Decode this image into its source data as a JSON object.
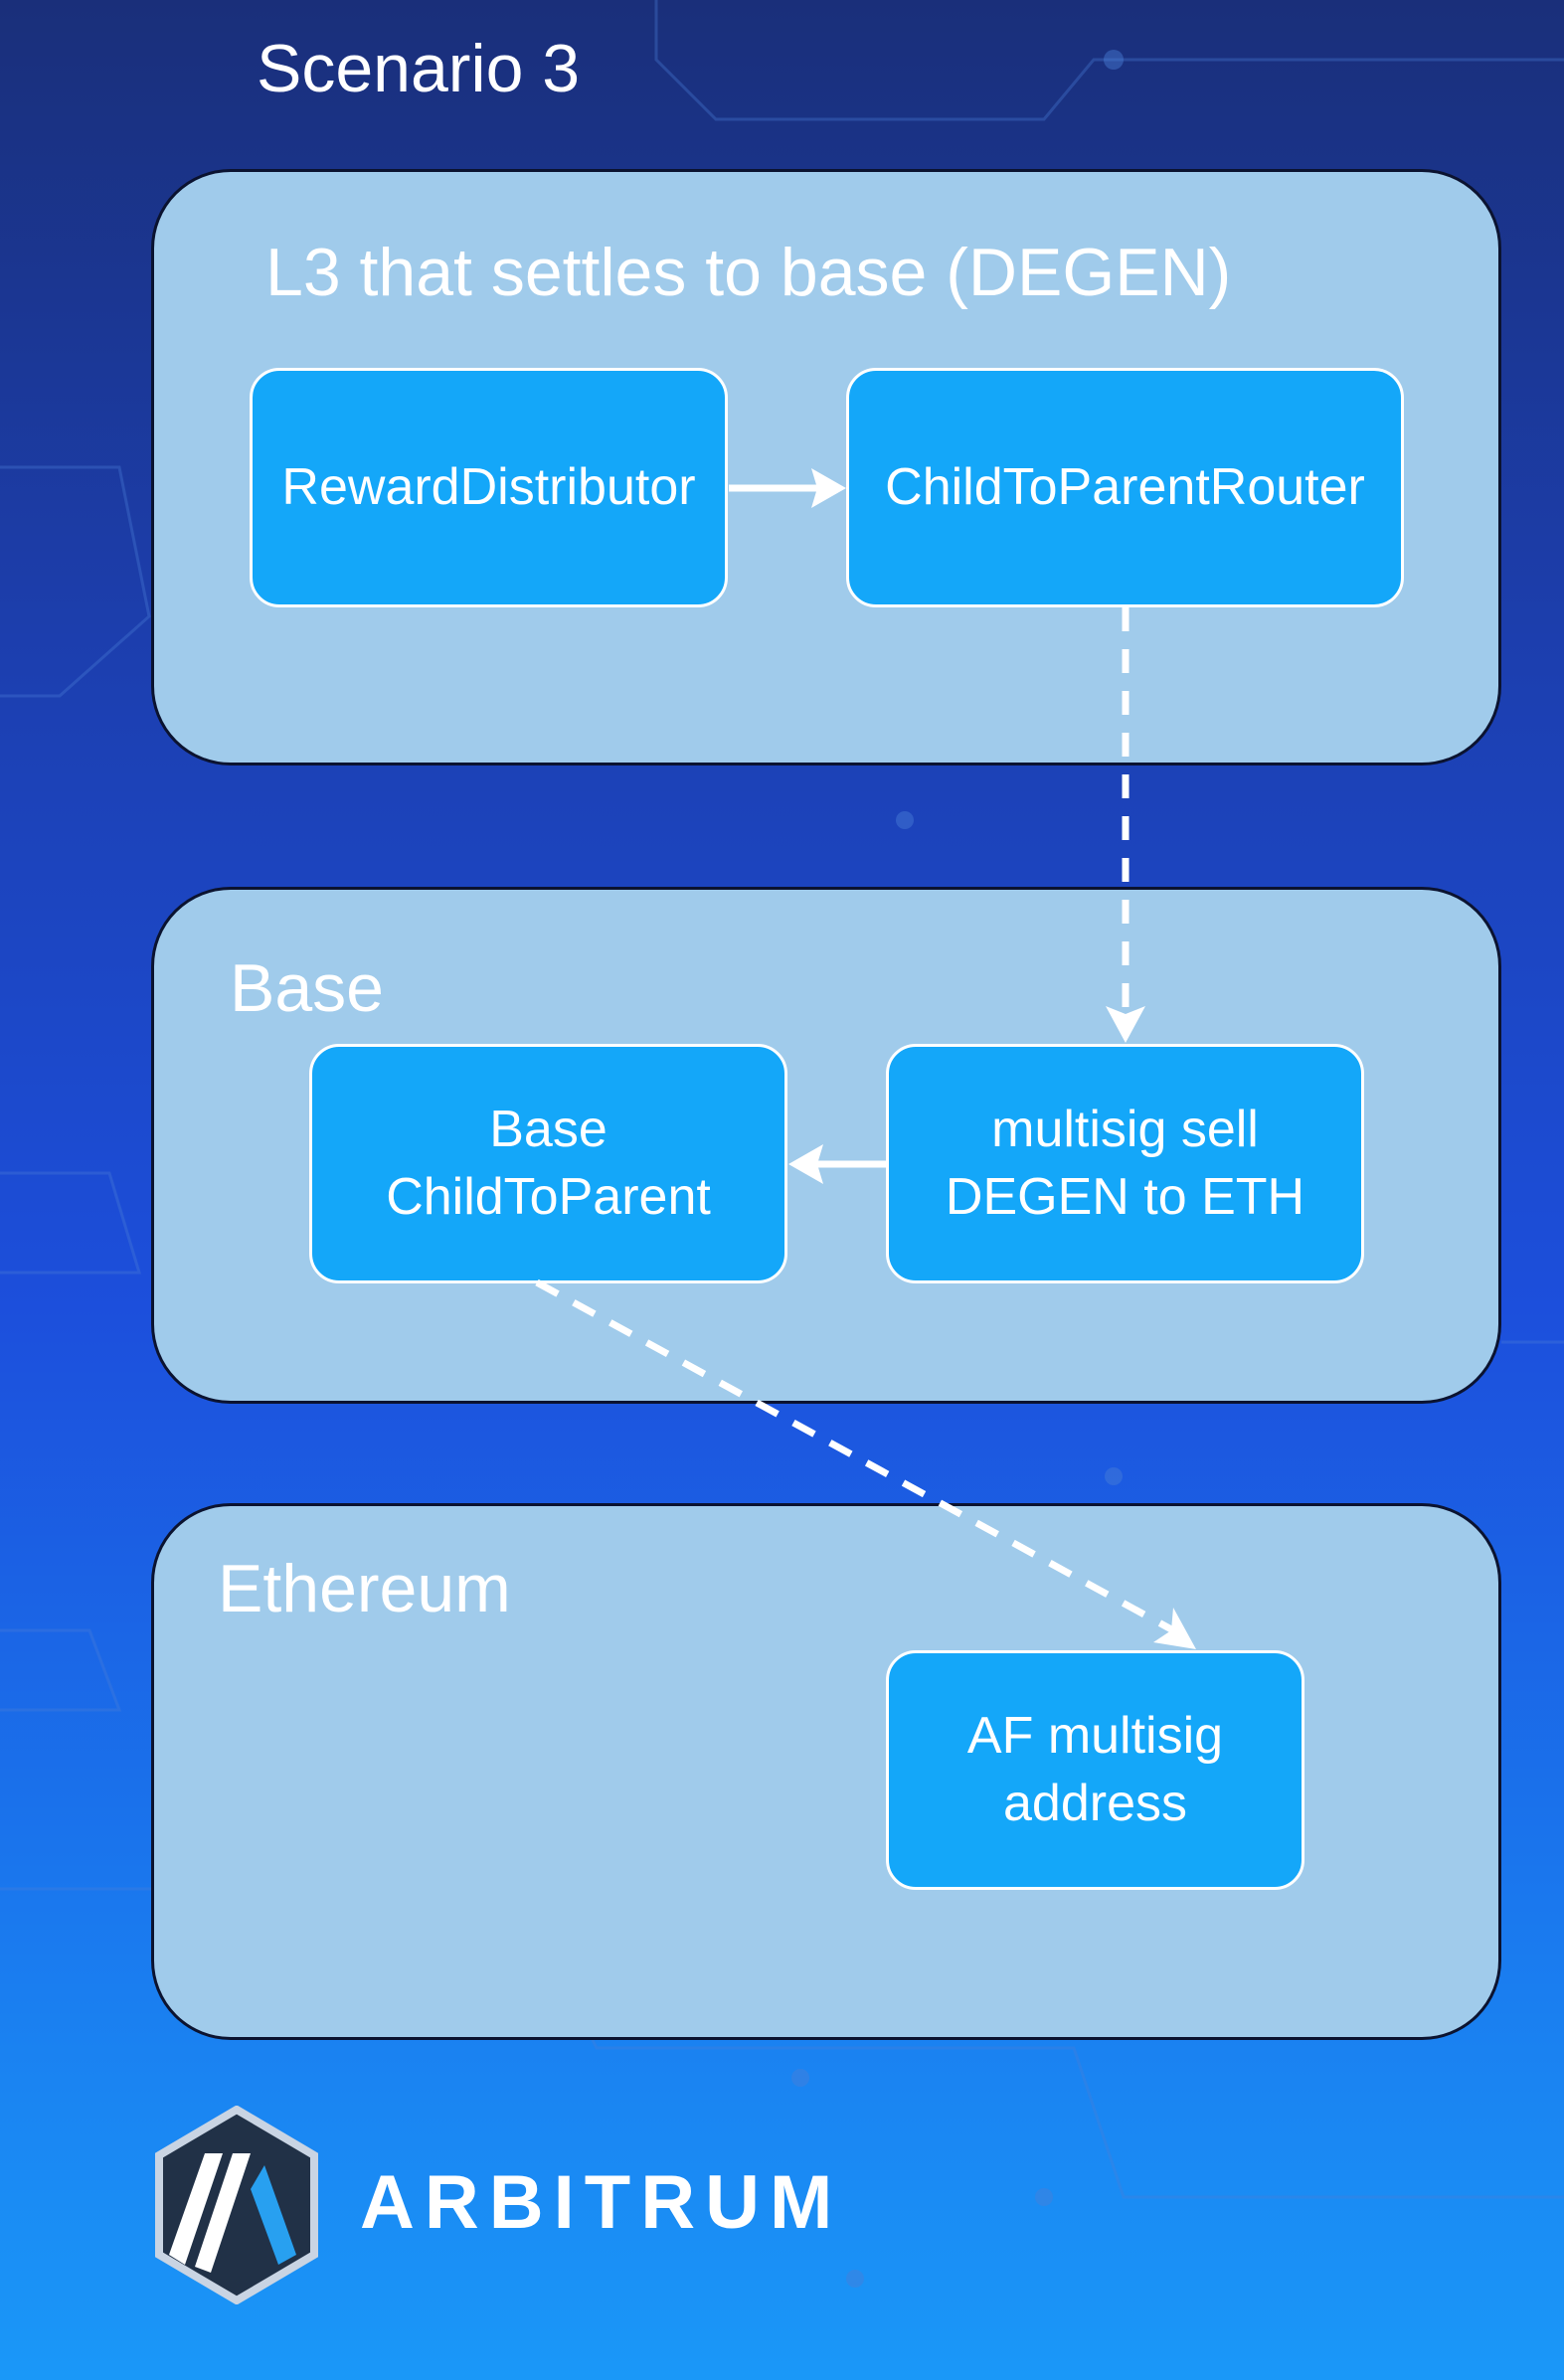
{
  "title": "Scenario 3",
  "layers": {
    "l3": "L3 that settles to base (DEGEN)",
    "base": "Base",
    "ethereum": "Ethereum"
  },
  "nodes": {
    "reward_distributor": "RewardDistributor",
    "child_to_parent_router": "ChildToParentRouter",
    "base_child_to_parent": "Base\nChildToParent",
    "multisig_sell": "multisig sell\nDEGEN to ETH",
    "af_multisig": "AF multisig\naddress"
  },
  "brand": {
    "name": "ARBITRUM",
    "logo_icon": "arbitrum-logo-icon"
  },
  "colors": {
    "layer_fill": "#a0cbeb",
    "node_fill": "#14a7f9",
    "border_dark": "#0b1330",
    "text": "#ffffff"
  }
}
